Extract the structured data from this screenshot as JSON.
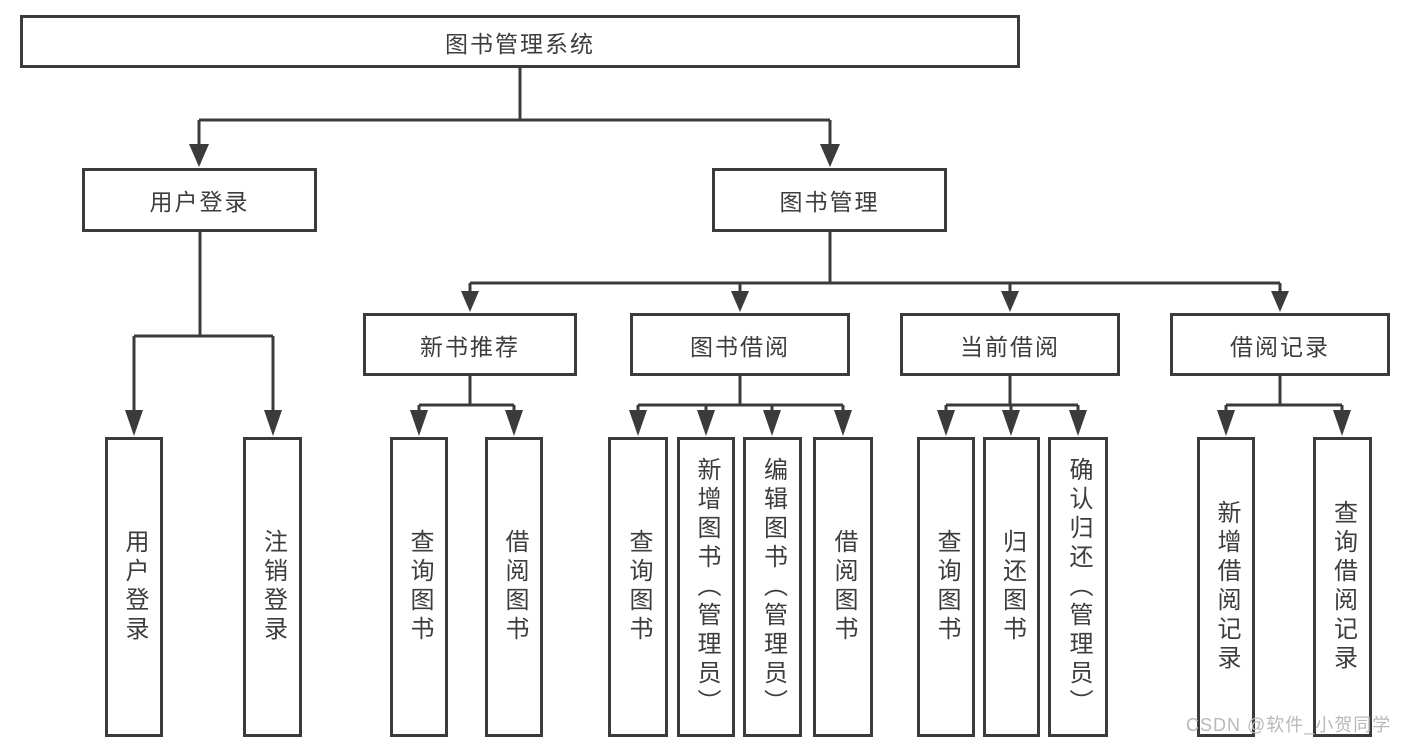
{
  "diagram": {
    "nodes": {
      "root": "图书管理系统",
      "user_login": "用户登录",
      "book_management": "图书管理",
      "new_book_recommend": "新书推荐",
      "book_borrowing": "图书借阅",
      "current_borrowing": "当前借阅",
      "borrowing_records": "借阅记录",
      "leaf_user_login": "用户登录",
      "leaf_logout": "注销登录",
      "leaf_nbr_query_books": "查询图书",
      "leaf_nbr_borrow_books": "借阅图书",
      "leaf_bb_query_books": "查询图书",
      "leaf_bb_add_books": "新增图书（管理员）",
      "leaf_bb_edit_books": "编辑图书（管理员）",
      "leaf_bb_borrow_books": "借阅图书",
      "leaf_cb_query_books": "查询图书",
      "leaf_cb_return_books": "归还图书",
      "leaf_cb_confirm_return": "确认归还（管理员）",
      "leaf_br_add_record": "新增借阅记录",
      "leaf_br_query_record": "查询借阅记录"
    },
    "hierarchy": {
      "图书管理系统": {
        "用户登录": [
          "用户登录",
          "注销登录"
        ],
        "图书管理": {
          "新书推荐": [
            "查询图书",
            "借阅图书"
          ],
          "图书借阅": [
            "查询图书",
            "新增图书（管理员）",
            "编辑图书（管理员）",
            "借阅图书"
          ],
          "当前借阅": [
            "查询图书",
            "归还图书",
            "确认归还（管理员）"
          ],
          "借阅记录": [
            "新增借阅记录",
            "查询借阅记录"
          ]
        }
      }
    },
    "colors": {
      "line": "#3b3b3b",
      "box_border": "#3b3b3b",
      "text": "#3d3d3d",
      "background": "#ffffff",
      "watermark": "#b9b9b9"
    }
  },
  "watermark": {
    "text": "CSDN @软件_小贺同学"
  }
}
